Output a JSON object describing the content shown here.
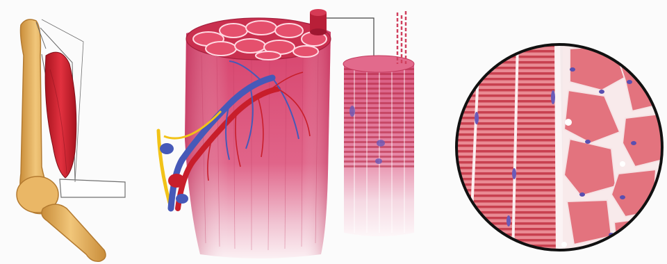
{
  "figure": {
    "panels": [
      {
        "id": "arm",
        "subject": "upper-arm-bone-with-muscle"
      },
      {
        "id": "bundle",
        "subject": "muscle-fascicle-with-blood-vessels-and-nerve"
      },
      {
        "id": "fiber",
        "subject": "single-muscle-fiber-with-myofibrils"
      },
      {
        "id": "micrograph",
        "subject": "skeletal-muscle-micrograph"
      }
    ],
    "colors": {
      "bone": "#e8b25c",
      "bone_shade": "#c98d3a",
      "muscle": "#d2283a",
      "tissue_pink": "#d9557a",
      "tissue_light": "#f3dbe4",
      "vein_blue": "#4659b8",
      "artery_red": "#c81e2b",
      "nerve_yellow": "#f2c318",
      "stain_pink": "#e8838c",
      "nucleus_purple": "#6a5ab8"
    }
  }
}
